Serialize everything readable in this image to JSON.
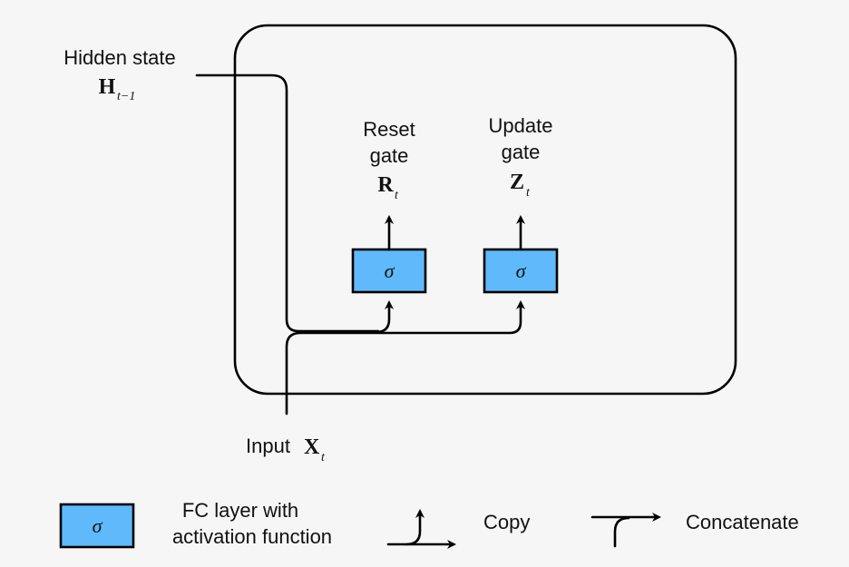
{
  "colors": {
    "fc_fill": "#5fb9fb",
    "stroke": "#000000",
    "background": "#f6f6f6"
  },
  "inputs": {
    "hidden": {
      "label": "Hidden state",
      "symbol": "H",
      "subscript": "t−1"
    },
    "input": {
      "label": "Input",
      "symbol": "X",
      "subscript": "t"
    }
  },
  "gates": {
    "reset": {
      "line1": "Reset",
      "line2": "gate",
      "symbol": "R",
      "subscript": "t",
      "fc_label": "σ"
    },
    "update": {
      "line1": "Update",
      "line2": "gate",
      "symbol": "Z",
      "subscript": "t",
      "fc_label": "σ"
    }
  },
  "legend": {
    "fc_symbol": "σ",
    "fc_line1": "FC layer with",
    "fc_line2": "activation function",
    "copy": "Copy",
    "concatenate": "Concatenate"
  }
}
